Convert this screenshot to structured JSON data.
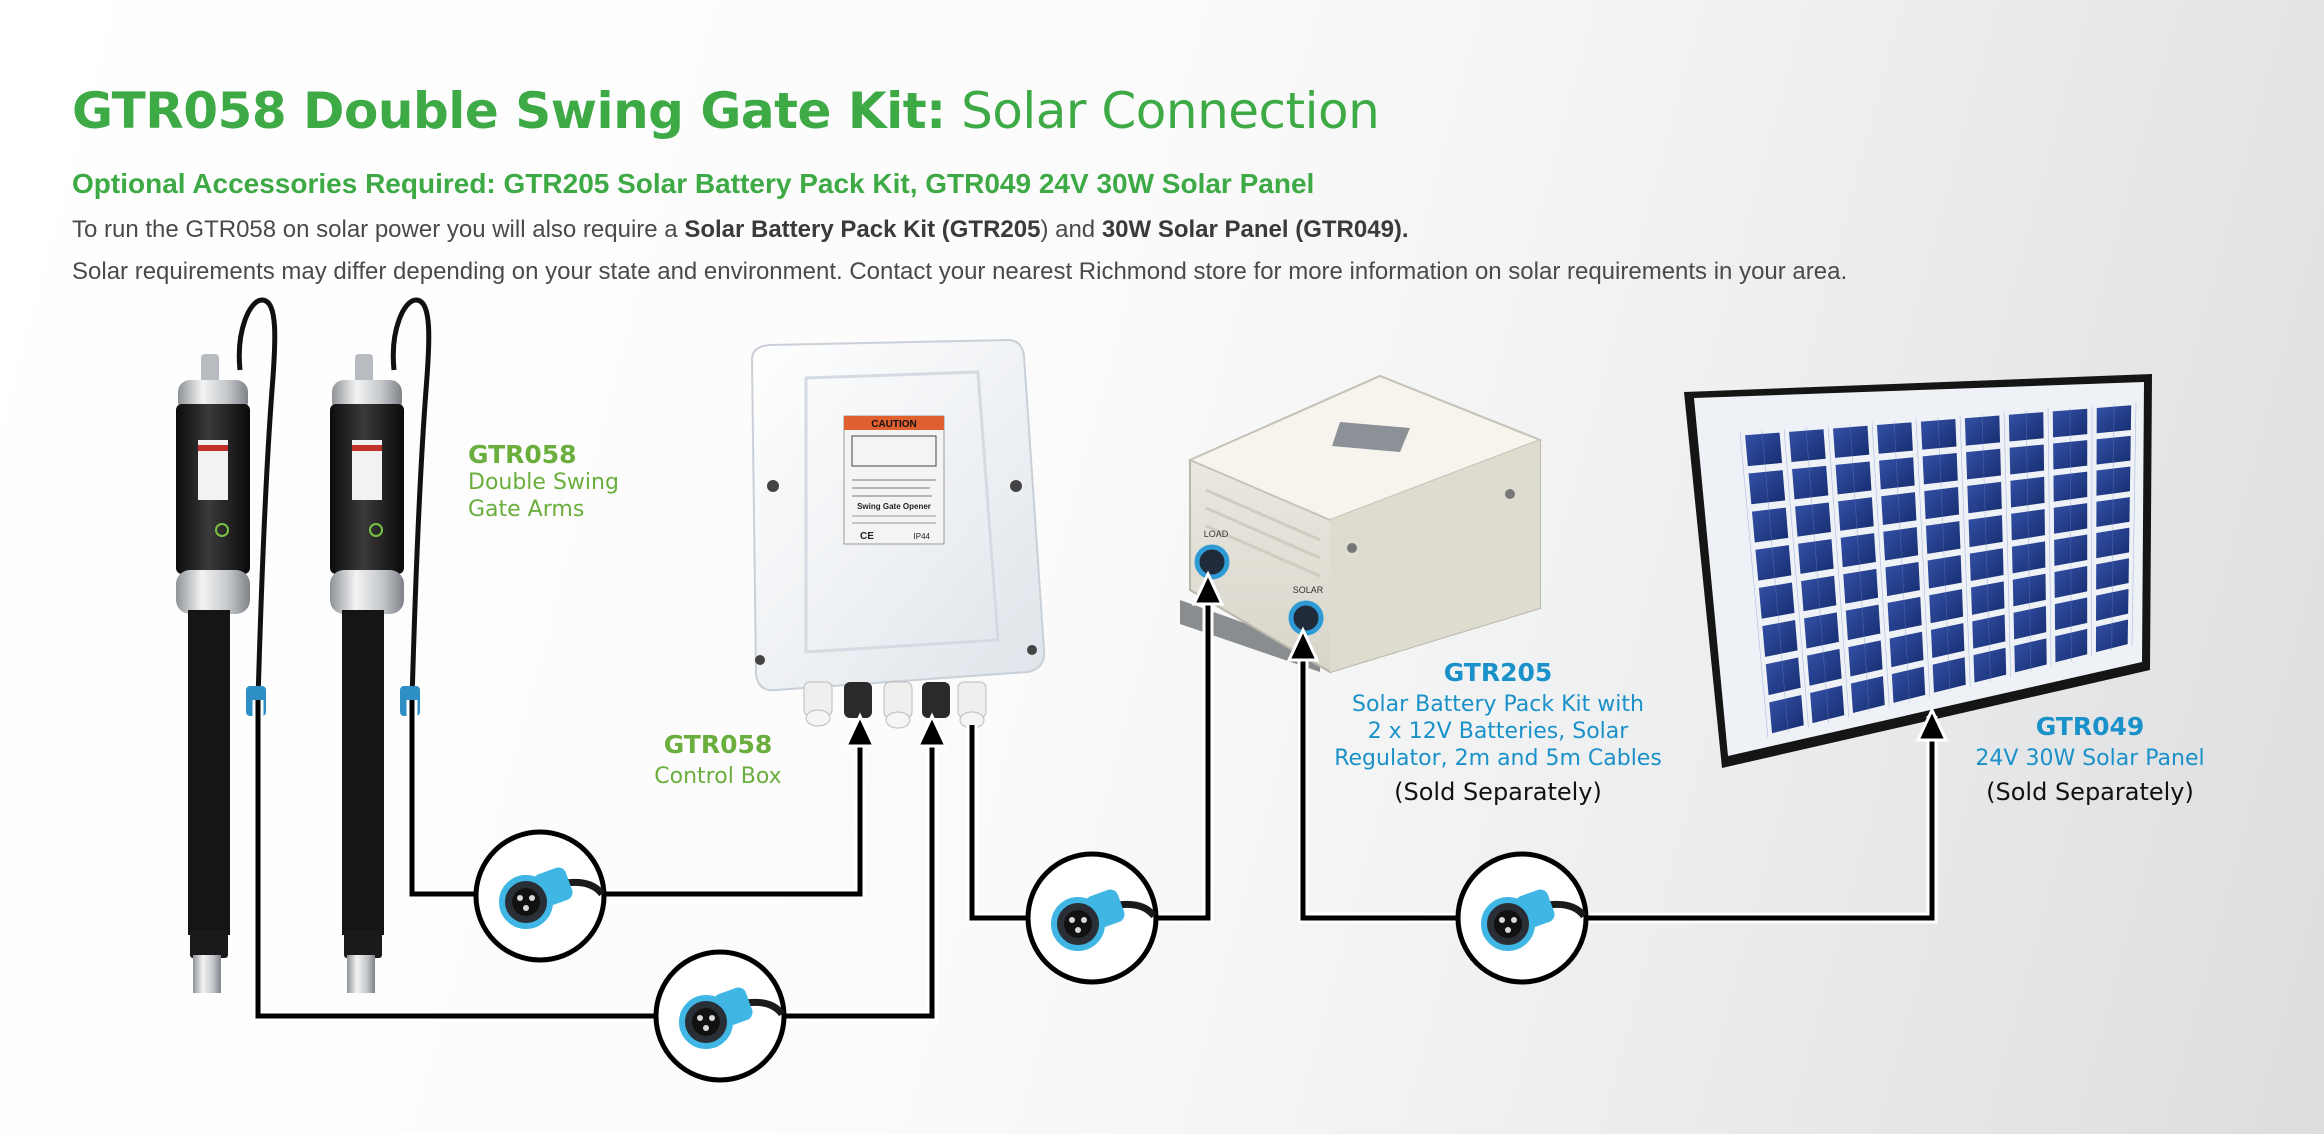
{
  "header": {
    "title_bold": "GTR058 Double Swing Gate Kit:",
    "title_light": " Solar Connection",
    "subtitle": "Optional Accessories Required:  GTR205 Solar Battery Pack Kit, GTR049 24V 30W Solar Panel",
    "para1_a": "To run the GTR058 on solar power you will also require a ",
    "para1_b": "Solar Battery Pack Kit (GTR205",
    "para1_c": ") and ",
    "para1_d": "30W Solar Panel (GTR049).",
    "para2": "Solar requirements may differ depending on your state and environment. Contact your nearest Richmond store for more information on solar requirements in your area."
  },
  "gate_arms": {
    "code": "GTR058",
    "line1": "Double Swing",
    "line2": "Gate Arms"
  },
  "control_box": {
    "code": "GTR058",
    "name": "Control Box",
    "sticker_caution": "CAUTION",
    "sticker_title": "Swing Gate Opener",
    "sticker_rating": "IP44",
    "sticker_ce": "CE"
  },
  "battery_pack": {
    "code": "GTR205",
    "line1": "Solar Battery Pack Kit with",
    "line2": "2 x 12V Batteries, Solar",
    "line3": "Regulator, 2m and 5m Cables",
    "note": "(Sold Separately)",
    "port_load": "LOAD",
    "port_solar": "SOLAR"
  },
  "solar_panel": {
    "code": "GTR049",
    "name": "24V 30W Solar Panel",
    "note": "(Sold Separately)"
  },
  "colors": {
    "green_title": "#3daa45",
    "green_label": "#6aae3e",
    "blue_label": "#1a91c8",
    "connector_blue": "#3fb6e4",
    "panel_cell": "#1f3f8f"
  }
}
